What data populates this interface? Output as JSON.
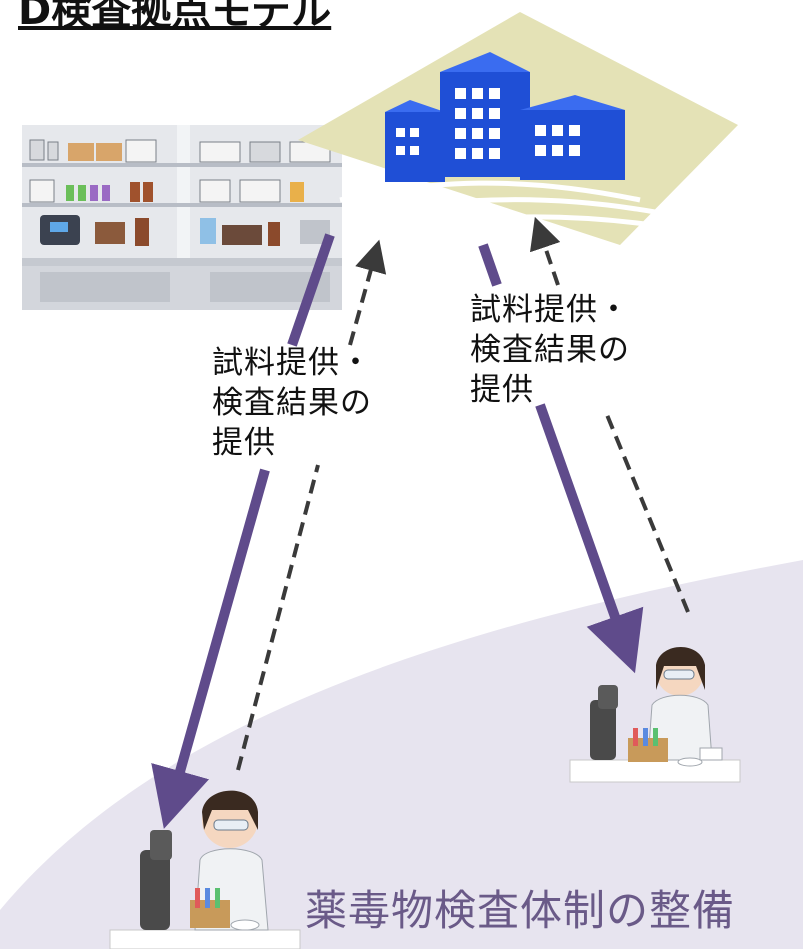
{
  "title": "D検査拠点モデル",
  "left_label": [
    "試料提供・",
    "検査結果の",
    "提供"
  ],
  "right_label": [
    "試料提供・",
    "検査結果の",
    "提供"
  ],
  "bottom_label": "薬毒物検査体制の整備",
  "colors": {
    "region": "#e7e4ef",
    "arrow_solid": "#5f4b8b",
    "arrow_dashed": "#3a3a3a",
    "bottom_text": "#6a5a88",
    "building_blue": "#1f4fd6",
    "mat": "#e4e2b6"
  },
  "icons": [
    "laboratory-shelf-illustration",
    "hospital-building-icon",
    "scientist-with-microscope-illustration"
  ]
}
